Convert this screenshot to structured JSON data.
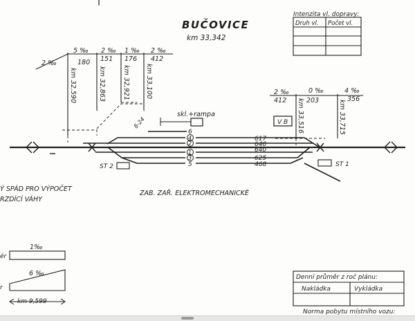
{
  "station": {
    "name": "BUČOVICE",
    "km": "km 33,342"
  },
  "traffic_table": {
    "title": "Intenzita vl. dopravy:",
    "columns": [
      "Druh vl.",
      "Počet vl."
    ]
  },
  "gradients_left": [
    "2 ‰",
    "5 ‰",
    "2 ‰",
    "1 ‰",
    "2 ‰"
  ],
  "section_lengths_left": [
    "180",
    "151",
    "176",
    "412"
  ],
  "km_marks_left": [
    "km 32,590",
    "km 32,863",
    "km 32,921",
    "km 33,100"
  ],
  "gradients_right": [
    "2 ‰",
    "0 ‰",
    "4 ‰"
  ],
  "section_lengths_right": [
    "412",
    "203",
    "356"
  ],
  "km_marks_right": [
    "km 33,516",
    "km 33,715"
  ],
  "labels": {
    "ramp": "skl.+rampa",
    "vb": "V B",
    "st1": "ST 1",
    "st2": "ST 2",
    "dist": "8-24",
    "interlocking": "ZAB. ZAŘ. ELEKTROMECHANICKÉ",
    "left_note_1": "Ý SPÁD PRO VÝPOČET",
    "left_note_2": "RZDÍCÍ VÁHY",
    "grad_box_1": "1‰",
    "grad_box_2": "6 ‰",
    "grad_row_1": "ér",
    "grad_row_2": "r",
    "km_bottom": "km 9,599"
  },
  "tracks": [
    {
      "number": "6",
      "length": ""
    },
    {
      "number": "4",
      "length": "617"
    },
    {
      "number": "2",
      "length": "640"
    },
    {
      "number": "1",
      "length": "640"
    },
    {
      "number": "3",
      "length": "625"
    },
    {
      "number": "5",
      "length": "468"
    }
  ],
  "bottom_table": {
    "title": "Denní průměr z roč plánu:",
    "columns": [
      "Nakládka",
      "Vykládka"
    ],
    "footer": "Norma pobytu místního vozu:"
  }
}
